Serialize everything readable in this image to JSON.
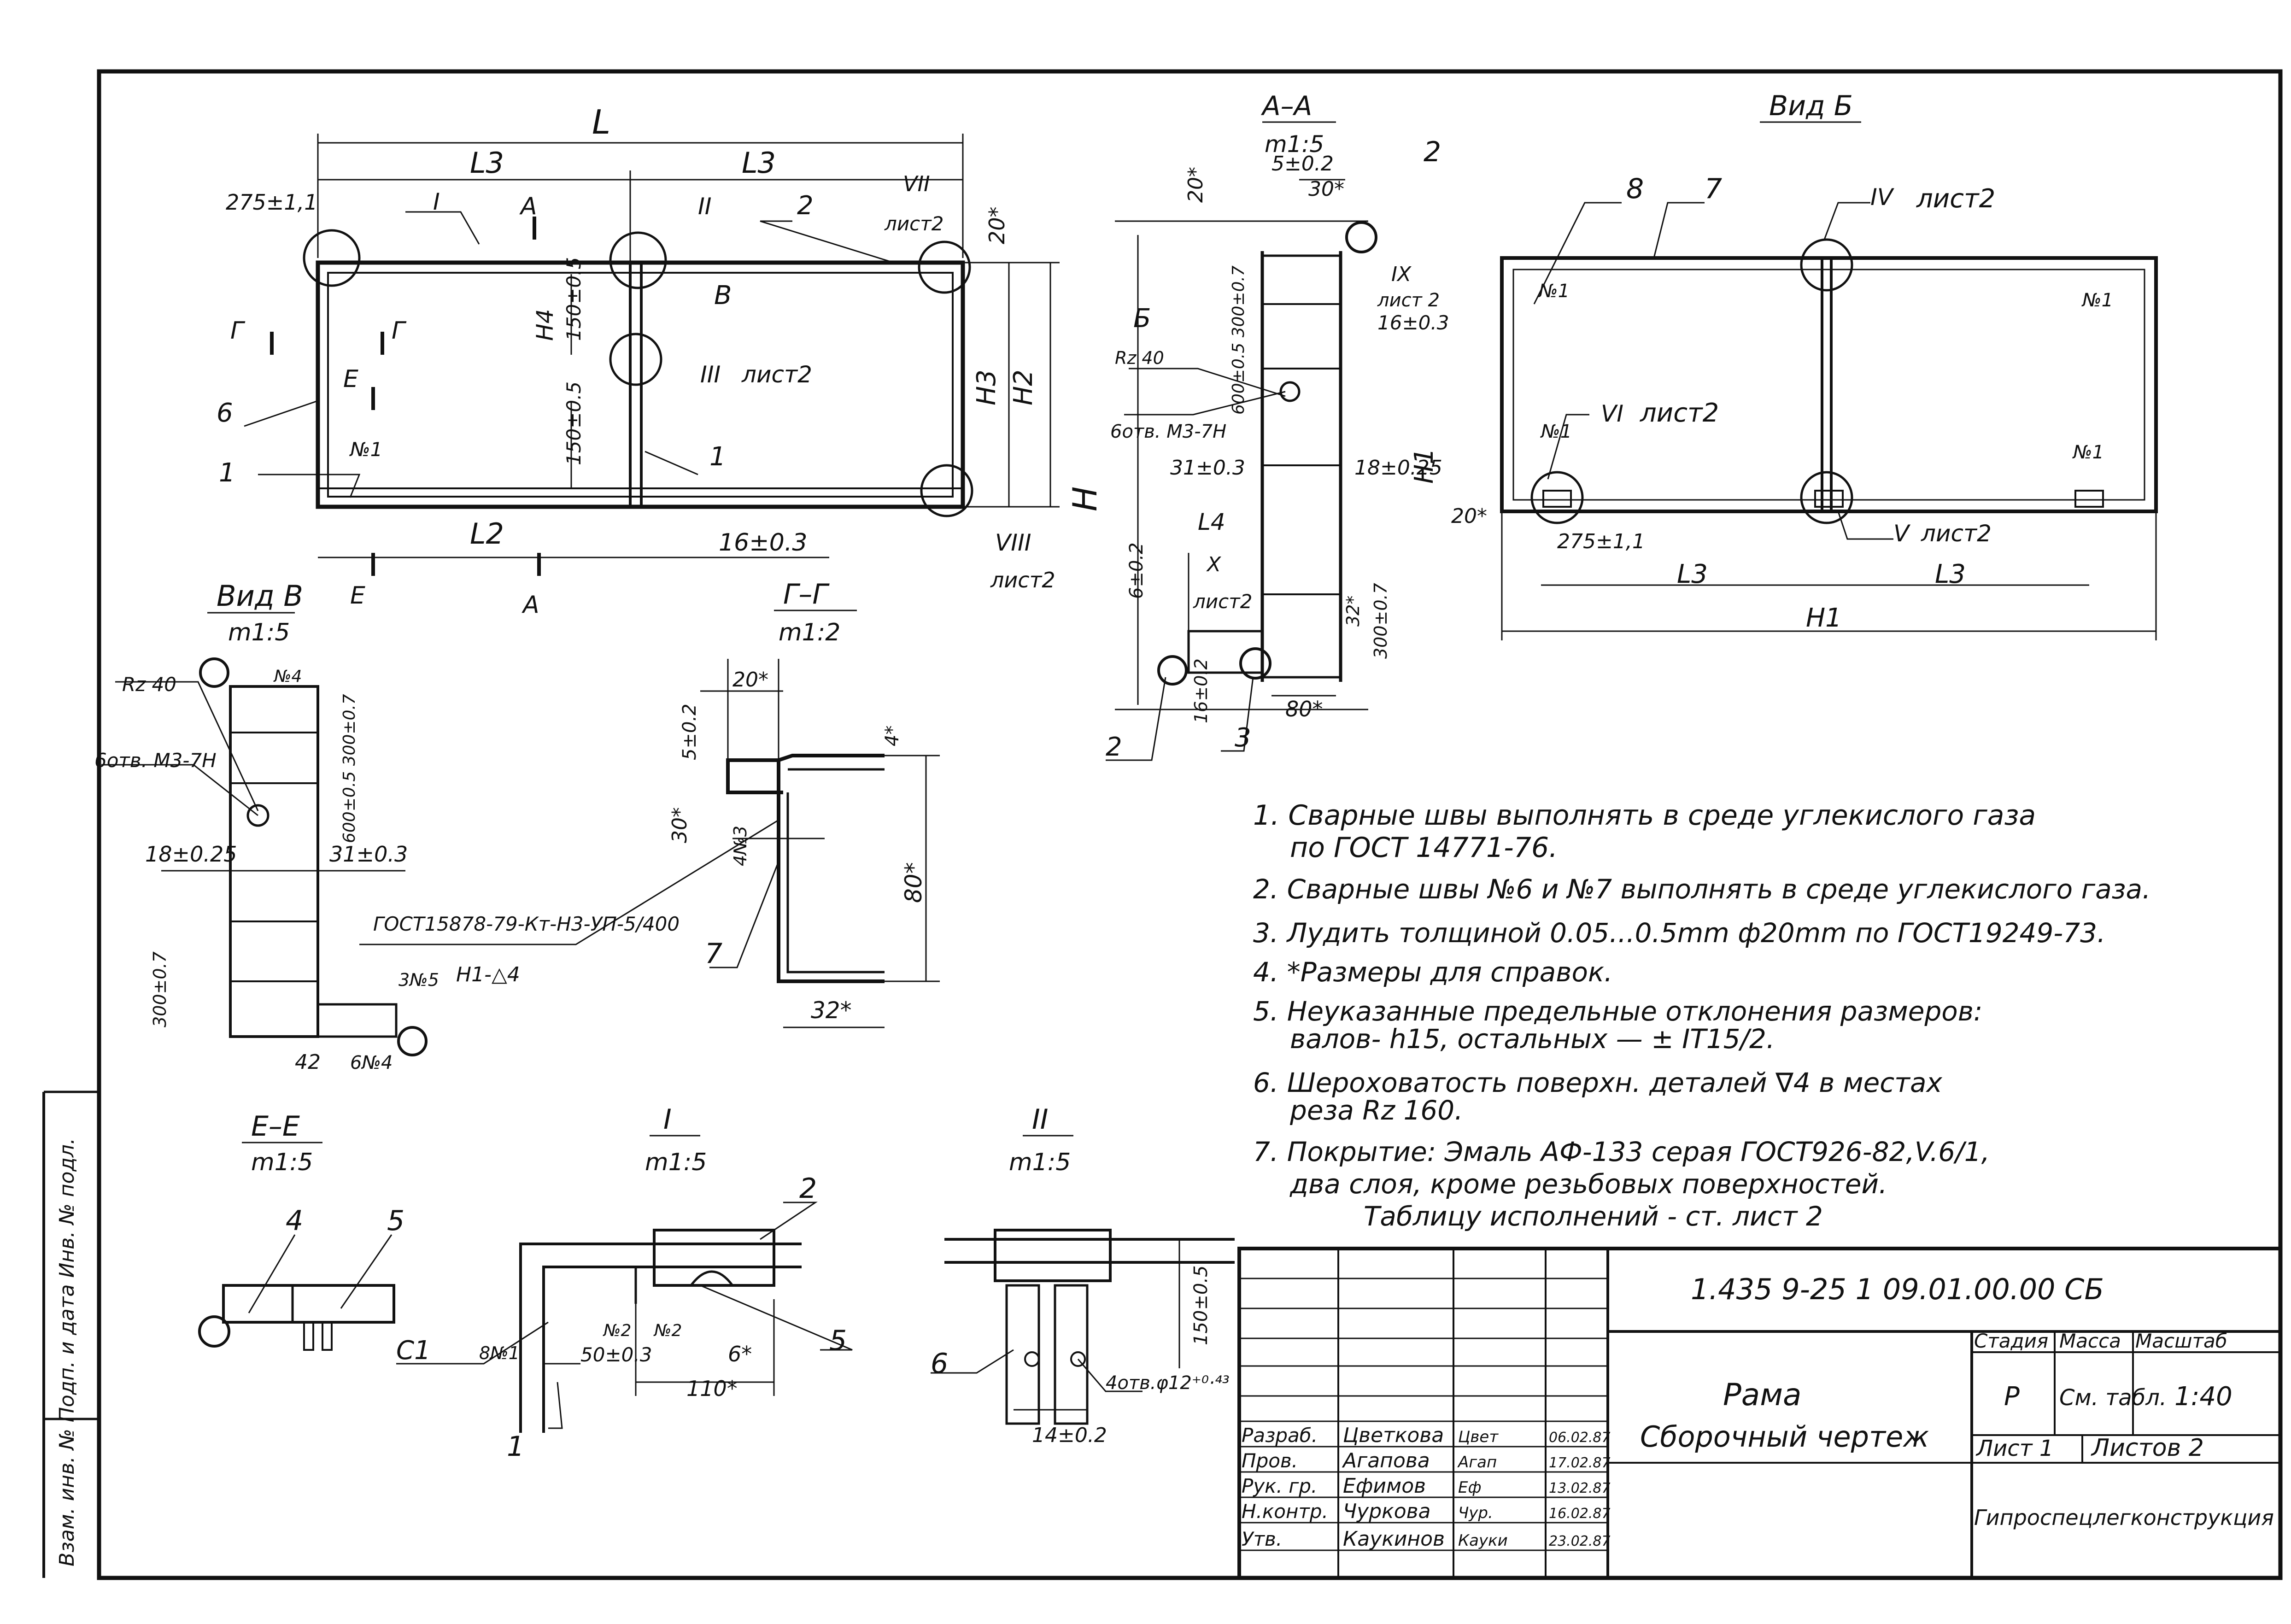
{
  "main_frame": {
    "labels": {
      "L": "L",
      "L3a": "L3",
      "L3b": "L3",
      "L2": "L2",
      "dim_275": "275±1,1",
      "dim_16": "16±0.3",
      "dim_20a": "20*",
      "H": "H",
      "H2": "H2",
      "H3": "H3",
      "H4": "H4",
      "dim_150a": "150±0.5",
      "dim_150b": "150±0.5",
      "callout_I": "I",
      "callout_II": "II",
      "callout_III": "III",
      "callout_III_sheet": "лист2",
      "callout_VII": "VII",
      "callout_VII_sheet": "лист2",
      "callout_VIII": "VIII",
      "callout_VIII_sheet": "лист2",
      "pos1a": "1",
      "pos1b": "1",
      "pos2": "2",
      "pos6": "6",
      "weld1": "№1",
      "sec_A_top": "A",
      "sec_A_bottom": "A",
      "sec_G_left": "Г",
      "sec_G_right": "Г",
      "sec_E_top": "E",
      "sec_E_bottom": "E",
      "view_B": "В"
    }
  },
  "section_AA": {
    "title": "A–A",
    "scale": "m1:5",
    "labels": {
      "d5": "5±0.2",
      "d30": "30*",
      "d20": "20*",
      "pos2": "2",
      "callout_IX": "IX",
      "callout_IX_sheet": "лист 2",
      "d16": "16±0.3",
      "d600": "600±0.5 300±0.7",
      "H1": "H1",
      "view_B": "Б",
      "rz": "Rz 40",
      "holes": "6отв. M3-7H",
      "d31": "31±0.3",
      "d18": "18±0.25",
      "L4": "L4",
      "callout_X": "X",
      "callout_X_sheet": "лист2",
      "d6": "6±0.2",
      "d16b": "16±0.2",
      "d32": "32*",
      "d300": "300±0.7",
      "d80": "80*",
      "pos2b": "2",
      "pos3": "3"
    }
  },
  "view_B_right": {
    "title": "Вид Б",
    "labels": {
      "pos8": "8",
      "pos7": "7",
      "callout_IV": "IV",
      "callout_IV_sheet": "лист2",
      "weld1a": "№1",
      "weld1b": "№1",
      "weld1c": "№1",
      "weld1d": "№1",
      "callout_VI": "VI",
      "callout_VI_sheet": "лист2",
      "callout_V": "V",
      "callout_V_sheet": "лист2",
      "d20": "20*",
      "d275": "275±1,1",
      "L3a": "L3",
      "L3b": "L3",
      "H1": "H1"
    }
  },
  "view_V": {
    "title": "Вид В",
    "scale": "m1:5",
    "labels": {
      "rz": "Rz 40",
      "holes": "6отв. M3-7H",
      "d18": "18±0.25",
      "d31": "31±0.3",
      "d600": "600±0.5 300±0.7",
      "d300": "300±0.7",
      "weld3": "3№5",
      "weld4": "№4",
      "gost_weld": "ГОСТ15878-79-Кт-Н3-УП-5/400",
      "weld_h1": "Н1-△4",
      "d42": "42",
      "d6": "6№4"
    }
  },
  "section_GG": {
    "title": "Г–Г",
    "scale": "m1:2",
    "labels": {
      "d20": "20*",
      "d5": "5±0.2",
      "d4": "4*",
      "d30": "30*",
      "weld4": "4№3",
      "pos7": "7",
      "d80": "80*",
      "d32": "32*"
    }
  },
  "section_EE": {
    "title": "E–E",
    "scale": "m1:5",
    "labels": {
      "pos4": "4",
      "pos5": "5"
    }
  },
  "detail_I": {
    "title": "I",
    "scale": "m1:5",
    "labels": {
      "pos2": "2",
      "pos5": "5",
      "pos1": "1",
      "c1": "C1",
      "weld8": "8№1",
      "weld2a": "№2",
      "weld2b": "№2",
      "d50": "50±0.3",
      "d6": "6*",
      "d110": "110*"
    }
  },
  "detail_II": {
    "title": "II",
    "scale": "m1:5",
    "labels": {
      "pos6": "6",
      "d150": "150±0.5",
      "holes": "4отв.φ12⁺⁰·⁴³",
      "d14": "14±0.2"
    }
  },
  "notes": [
    "1. Сварные швы выполнять в среде углекислого газа",
    "по ГОСТ 14771-76.",
    "2. Сварные швы №6 и №7 выполнять в среде углекислого газа.",
    "3. Лудить толщиной 0.05...0.5mm ф20mm по ГОСТ19249-73.",
    "4. *Размеры для справок.",
    "5. Неуказанные предельные отклонения размеров:",
    "валов- h15, остальных — ± IT15/2.",
    "6. Шероховатость поверхн. деталей ∇4 в местах",
    "реза Rz 160.",
    "7. Покрытие: Эмаль АФ-133 серая ГОСТ926-82,V.6/1,",
    "два слоя, кроме резьбовых поверхностей.",
    "Таблицу исполнений - ст. лист 2"
  ],
  "title_block": {
    "doc_number": "1.435 9-25 1 09.01.00.00 СБ",
    "name_line1": "Рама",
    "name_line2": "Сборочный чертеж",
    "stage_header": "Стадия",
    "mass_header": "Масса",
    "scale_header": "Масштаб",
    "stage": "Р",
    "mass": "См. табл.",
    "scale": "1:40",
    "sheet": "Лист 1",
    "sheets": "Листов 2",
    "organization": "Гипроспецлегконструкция",
    "people": [
      {
        "role": "Разраб.",
        "name": "Цветкова",
        "sign": "Цвет",
        "date": "06.02.87"
      },
      {
        "role": "Пров.",
        "name": "Агапова",
        "sign": "Агап",
        "date": "17.02.87"
      },
      {
        "role": "Рук. гр.",
        "name": "Ефимов",
        "sign": "Еф",
        "date": "13.02.87"
      },
      {
        "role": "Н.контр.",
        "name": "Чуркова",
        "sign": "Чур.",
        "date": "16.02.87"
      },
      {
        "role": "Утв.",
        "name": "Каукинов",
        "sign": "Кауки",
        "date": "23.02.87"
      }
    ]
  },
  "margin_text": "Взам. инв. №    Подп. и дата    Инв. № подл."
}
